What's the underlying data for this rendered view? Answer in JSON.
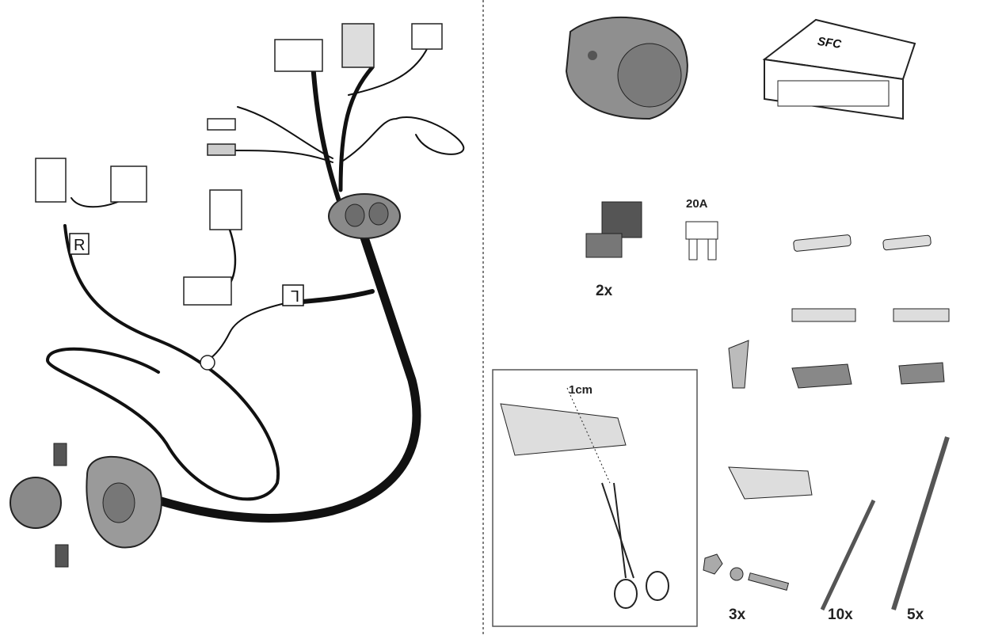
{
  "harness": {
    "label_right": "R",
    "label_left": "L"
  },
  "module": {
    "logo": "SFC"
  },
  "parts": {
    "relay_qty": "2x",
    "fuse_rating": "20A",
    "tape_measure": "1cm",
    "bolt_qty": "3x",
    "small_tie_qty": "10x",
    "large_tie_qty": "5x"
  },
  "colors": {
    "cable": "#111111",
    "socket_grey": "#8a8a8a",
    "divider": "#555555"
  }
}
